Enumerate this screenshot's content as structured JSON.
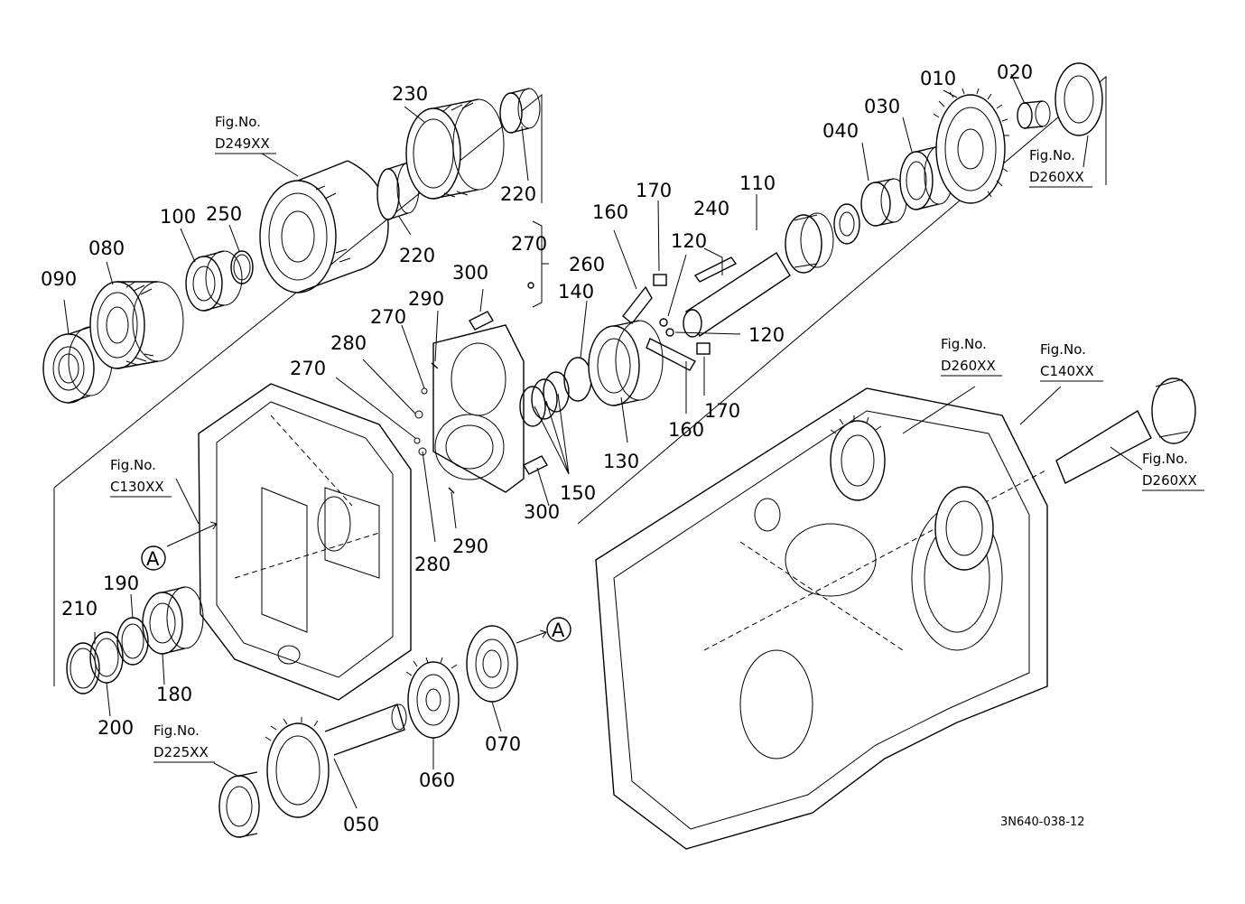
{
  "part_labels": {
    "p010": "010",
    "p020": "020",
    "p030": "030",
    "p040": "040",
    "p050": "050",
    "p060": "060",
    "p070": "070",
    "p080": "080",
    "p090": "090",
    "p100": "100",
    "p110": "110",
    "p120a": "120",
    "p120b": "120",
    "p130": "130",
    "p140": "140",
    "p150": "150",
    "p160a": "160",
    "p160b": "160",
    "p170a": "170",
    "p170b": "170",
    "p180": "180",
    "p190": "190",
    "p200": "200",
    "p210": "210",
    "p220a": "220",
    "p220b": "220",
    "p230": "230",
    "p240": "240",
    "p250": "250",
    "p260": "260",
    "p270a": "270",
    "p270b": "270",
    "p270c": "270",
    "p280a": "280",
    "p280b": "280",
    "p290a": "290",
    "p290b": "290",
    "p300a": "300",
    "p300b": "300"
  },
  "figure_refs": {
    "fig_prefix": "Fig.No.",
    "d249": "D249XX",
    "d260_top": "D260XX",
    "d260_mid": "D260XX",
    "c140": "C140XX",
    "d260_right": "D260XX",
    "c130": "C130XX",
    "d225": "D225XX"
  },
  "markers": {
    "a1": "A",
    "a2": "A"
  },
  "drawing_code": "3N640-038-12"
}
